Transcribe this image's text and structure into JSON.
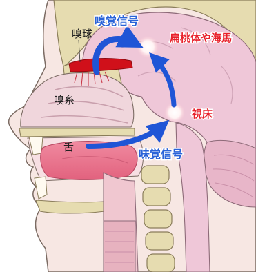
{
  "labels": {
    "olfactory_bulb": "嗅球",
    "olfactory_nerve": "嗅糸",
    "tongue": "舌",
    "olfactory_signal": "嗅覚信号",
    "taste_signal": "味覚信号",
    "amygdala_hippocampus": "扁桃体や海馬",
    "thalamus": "視床"
  },
  "colors": {
    "signal_arrow": "#1f55d6",
    "target_region": "#e8202a",
    "olfactory_bulb": "#d0101a",
    "brain": "#efc7d8",
    "bone": "#e6dcb0",
    "skin": "#f7e7e3"
  }
}
